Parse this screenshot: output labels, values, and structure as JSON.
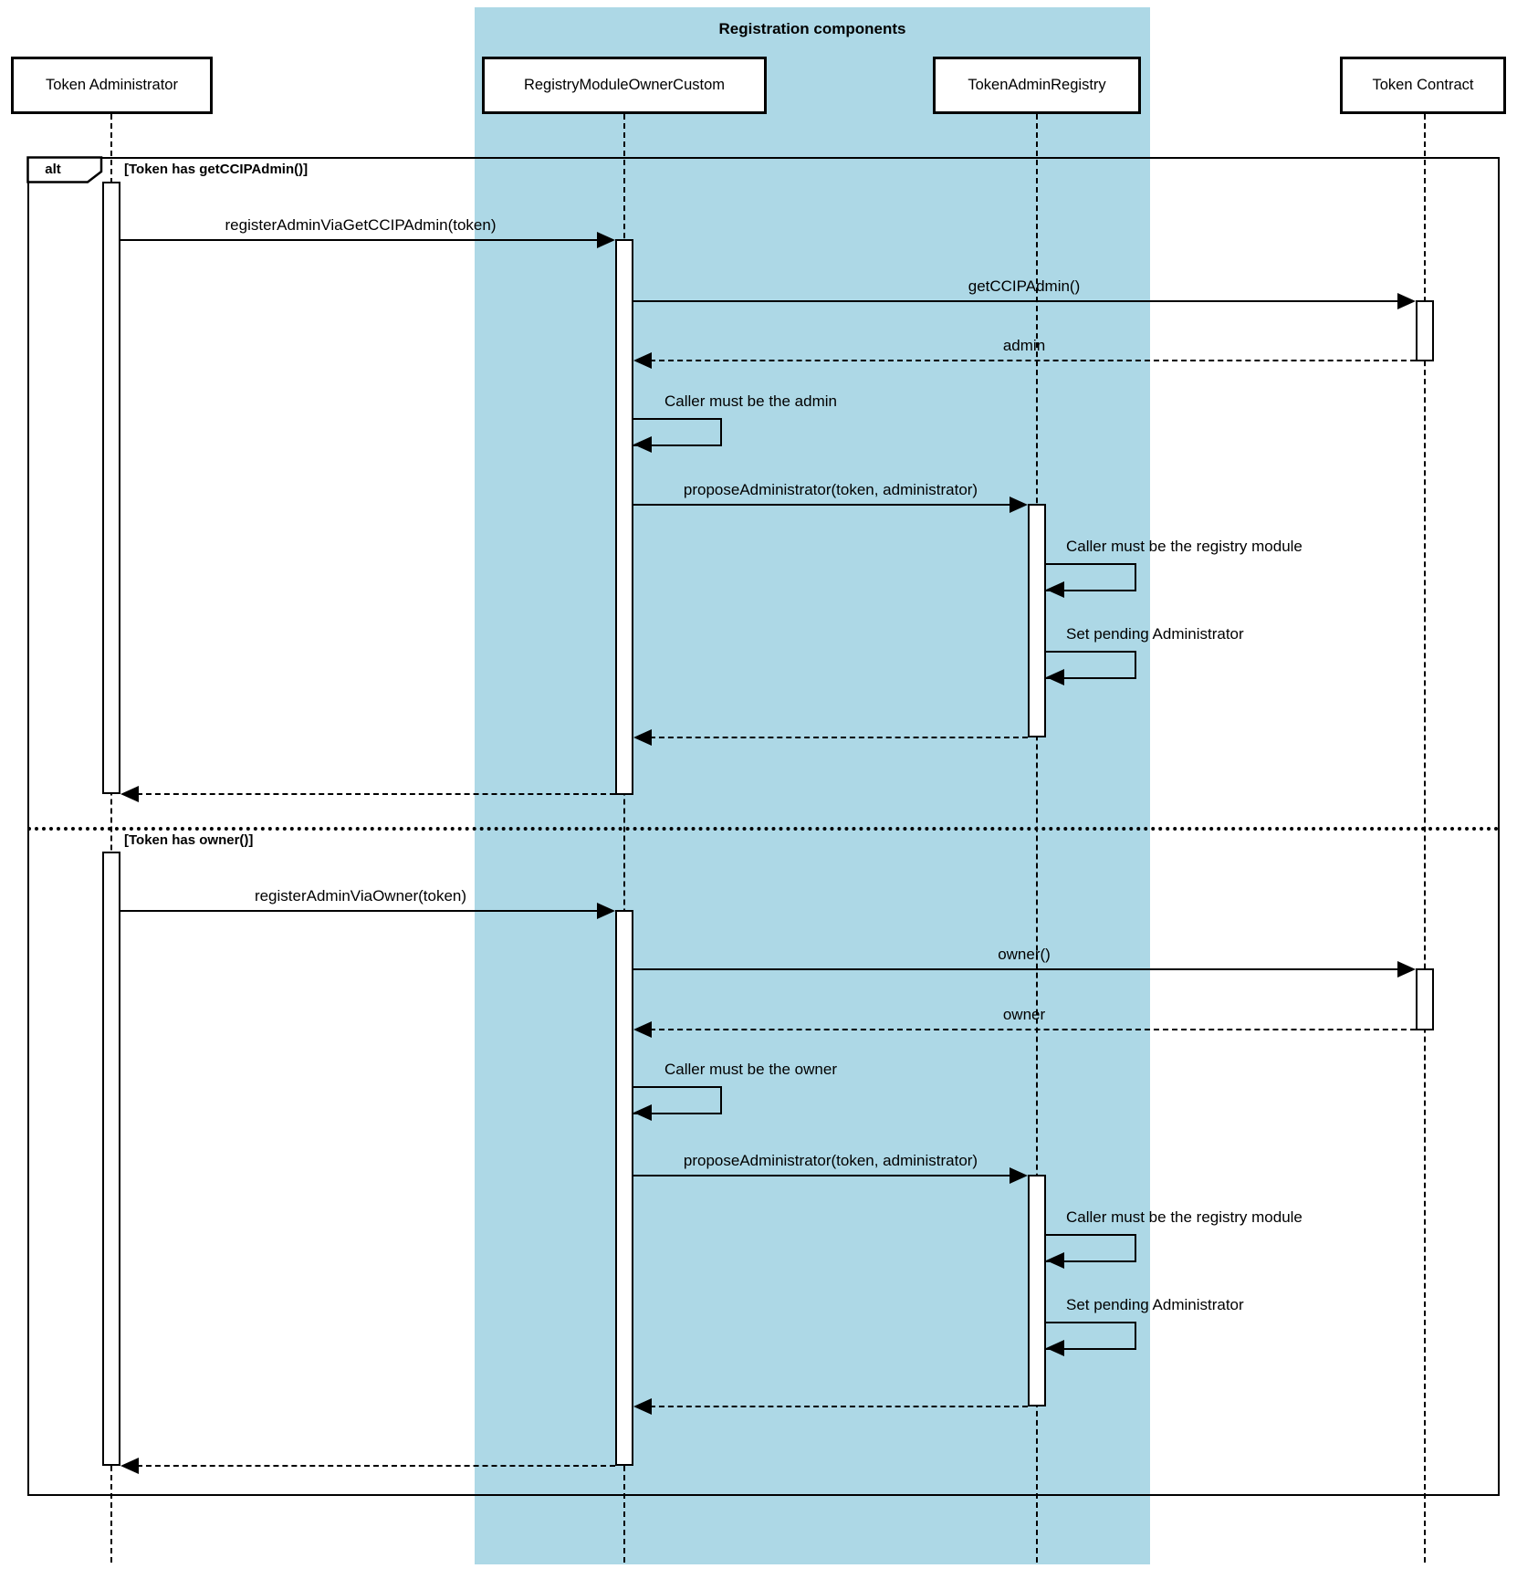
{
  "diagram": {
    "group_title": "Registration components",
    "frame_operator": "alt",
    "participants": [
      {
        "label": "Token Administrator"
      },
      {
        "label": "RegistryModuleOwnerCustom"
      },
      {
        "label": "TokenAdminRegistry"
      },
      {
        "label": "Token Contract"
      }
    ],
    "sections": [
      {
        "condition": "[Token has getCCIPAdmin()]",
        "messages": [
          {
            "label": "registerAdminViaGetCCIPAdmin(token)",
            "from": "Token Administrator",
            "to": "RegistryModuleOwnerCustom",
            "type": "sync"
          },
          {
            "label": "getCCIPAdmin()",
            "from": "RegistryModuleOwnerCustom",
            "to": "Token Contract",
            "type": "sync"
          },
          {
            "label": "admin",
            "from": "Token Contract",
            "to": "RegistryModuleOwnerCustom",
            "type": "return"
          },
          {
            "label": "Caller must be the admin",
            "from": "RegistryModuleOwnerCustom",
            "to": "RegistryModuleOwnerCustom",
            "type": "self"
          },
          {
            "label": "proposeAdministrator(token, administrator)",
            "from": "RegistryModuleOwnerCustom",
            "to": "TokenAdminRegistry",
            "type": "sync"
          },
          {
            "label": "Caller must be the registry module",
            "from": "TokenAdminRegistry",
            "to": "TokenAdminRegistry",
            "type": "self"
          },
          {
            "label": "Set pending Administrator",
            "from": "TokenAdminRegistry",
            "to": "TokenAdminRegistry",
            "type": "self"
          },
          {
            "label": "",
            "from": "TokenAdminRegistry",
            "to": "RegistryModuleOwnerCustom",
            "type": "return"
          },
          {
            "label": "",
            "from": "RegistryModuleOwnerCustom",
            "to": "Token Administrator",
            "type": "return"
          }
        ]
      },
      {
        "condition": "[Token has owner()]",
        "messages": [
          {
            "label": "registerAdminViaOwner(token)",
            "from": "Token Administrator",
            "to": "RegistryModuleOwnerCustom",
            "type": "sync"
          },
          {
            "label": "owner()",
            "from": "RegistryModuleOwnerCustom",
            "to": "Token Contract",
            "type": "sync"
          },
          {
            "label": "owner",
            "from": "Token Contract",
            "to": "RegistryModuleOwnerCustom",
            "type": "return"
          },
          {
            "label": "Caller must be the owner",
            "from": "RegistryModuleOwnerCustom",
            "to": "RegistryModuleOwnerCustom",
            "type": "self"
          },
          {
            "label": "proposeAdministrator(token, administrator)",
            "from": "RegistryModuleOwnerCustom",
            "to": "TokenAdminRegistry",
            "type": "sync"
          },
          {
            "label": "Caller must be the registry module",
            "from": "TokenAdminRegistry",
            "to": "TokenAdminRegistry",
            "type": "self"
          },
          {
            "label": "Set pending Administrator",
            "from": "TokenAdminRegistry",
            "to": "TokenAdminRegistry",
            "type": "self"
          },
          {
            "label": "",
            "from": "TokenAdminRegistry",
            "to": "RegistryModuleOwnerCustom",
            "type": "return"
          },
          {
            "label": "",
            "from": "RegistryModuleOwnerCustom",
            "to": "Token Administrator",
            "type": "return"
          }
        ]
      }
    ]
  },
  "colors": {
    "group_fill": "#ADD8E6",
    "line": "#000000",
    "participant_fill": "#FFFFFF"
  }
}
